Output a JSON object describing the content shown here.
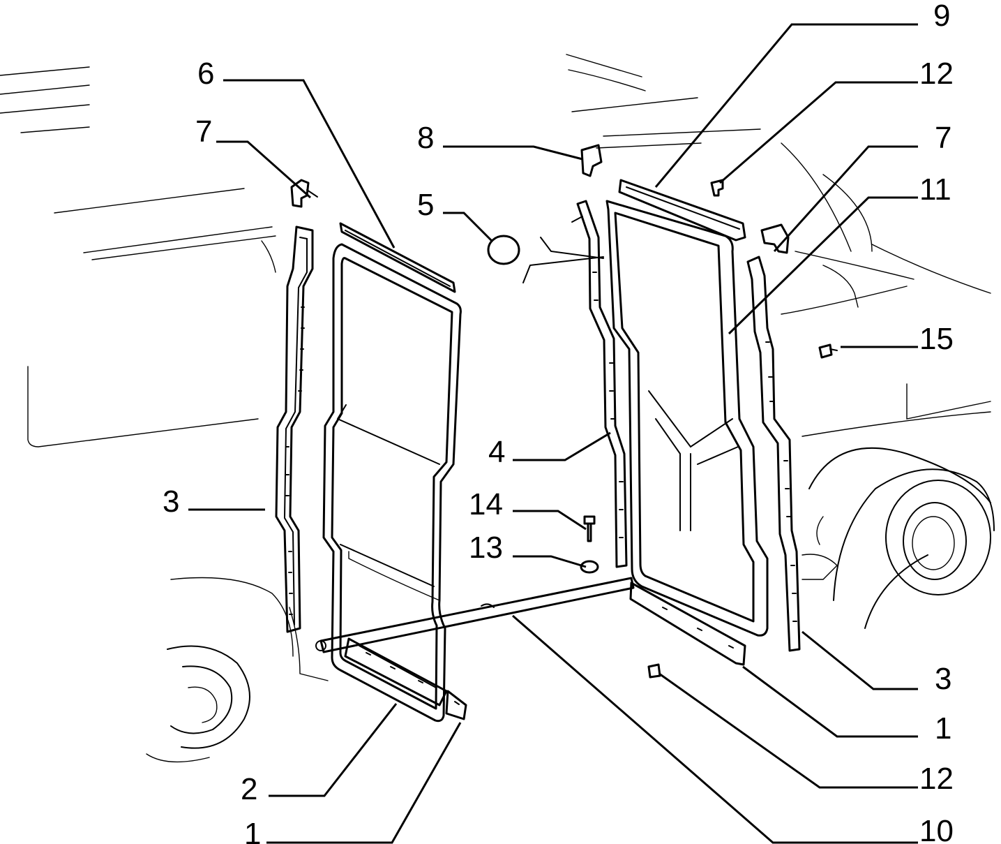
{
  "diagram": {
    "callouts": [
      {
        "id": "c-6",
        "label": "6"
      },
      {
        "id": "c-7l",
        "label": "7"
      },
      {
        "id": "c-3l",
        "label": "3"
      },
      {
        "id": "c-2",
        "label": "2"
      },
      {
        "id": "c-1l",
        "label": "1"
      },
      {
        "id": "c-8",
        "label": "8"
      },
      {
        "id": "c-5",
        "label": "5"
      },
      {
        "id": "c-4",
        "label": "4"
      },
      {
        "id": "c-14",
        "label": "14"
      },
      {
        "id": "c-13",
        "label": "13"
      },
      {
        "id": "c-9",
        "label": "9"
      },
      {
        "id": "c-12t",
        "label": "12"
      },
      {
        "id": "c-7r",
        "label": "7"
      },
      {
        "id": "c-11",
        "label": "11"
      },
      {
        "id": "c-15",
        "label": "15"
      },
      {
        "id": "c-3r",
        "label": "3"
      },
      {
        "id": "c-1r",
        "label": "1"
      },
      {
        "id": "c-12b",
        "label": "12"
      },
      {
        "id": "c-10",
        "label": "10"
      }
    ]
  }
}
